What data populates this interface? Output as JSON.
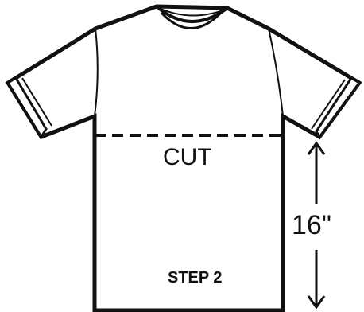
{
  "diagram": {
    "cut_label": "CUT",
    "measurement_label": "16\"",
    "step_label": "STEP 2",
    "colors": {
      "outline": "#111111",
      "fill": "#ffffff",
      "background": "#ffffff"
    },
    "icons": {
      "garment": "t-shirt-outline-icon",
      "arrow": "double-headed-vertical-arrow-icon"
    }
  }
}
